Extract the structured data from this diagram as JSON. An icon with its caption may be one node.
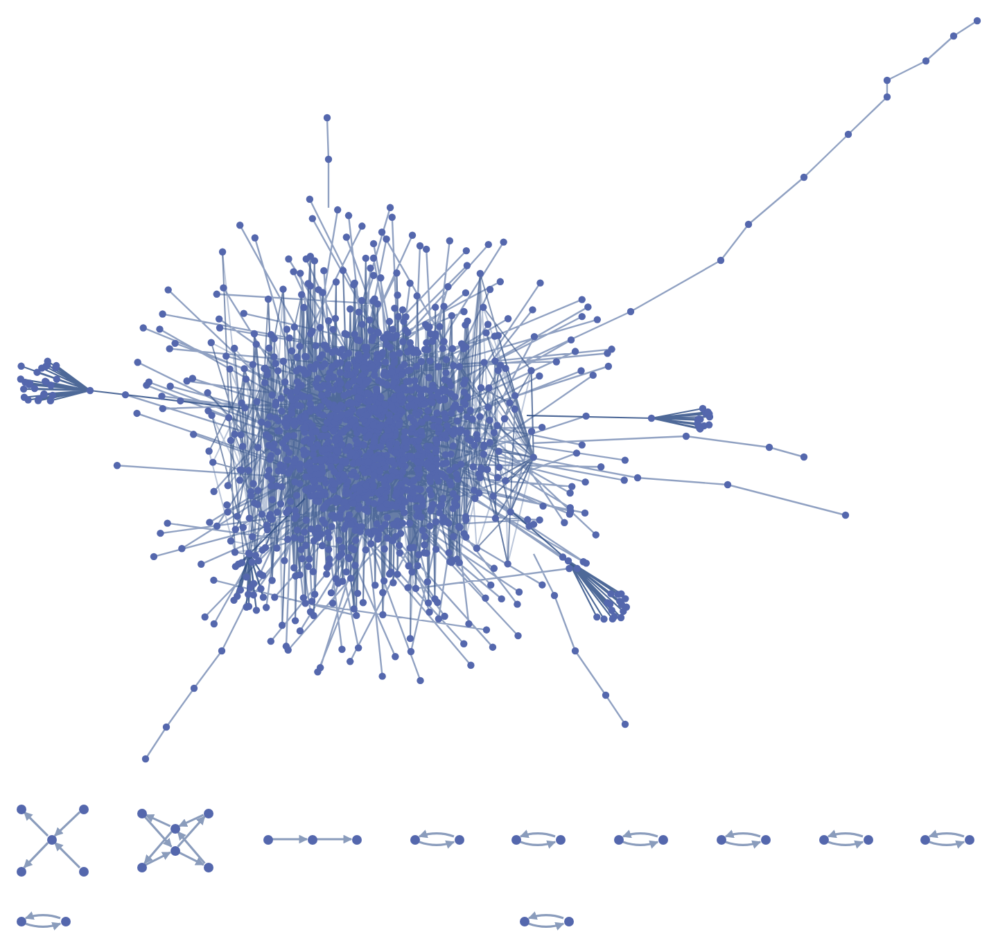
{
  "diagram": {
    "nodes": [
      {
        "text": [],
        "shape": "circle"
      },
      {
        "text": [],
        "shape": "circle"
      },
      {
        "text": [],
        "shape": "circle"
      },
      {
        "text": [],
        "shape": "circle"
      },
      {
        "text": [],
        "shape": "circle"
      },
      {
        "text": [],
        "shape": "circle"
      },
      {
        "text": [],
        "shape": "circle"
      },
      {
        "text": [],
        "shape": "circle"
      },
      {
        "text": [],
        "shape": "circle"
      },
      {
        "text": [],
        "shape": "circle"
      },
      {
        "text": [],
        "shape": "circle"
      },
      {
        "text": [],
        "shape": "circle"
      },
      {
        "text": [],
        "shape": "circle"
      },
      {
        "text": [],
        "shape": "circle"
      },
      {
        "text": [],
        "shape": "circle"
      },
      {
        "text": [],
        "shape": "circle"
      },
      {
        "text": [],
        "shape": "circle"
      },
      {
        "text": [],
        "shape": "circle"
      },
      {
        "text": [],
        "shape": "circle"
      },
      {
        "text": [],
        "shape": "circle"
      },
      {
        "text": [],
        "shape": "circle"
      },
      {
        "text": [],
        "shape": "circle"
      },
      {
        "text": [],
        "shape": "circle"
      },
      {
        "text": [],
        "shape": "circle"
      },
      {
        "text": [],
        "shape": "circle"
      },
      {
        "text": [],
        "shape": "circle"
      },
      {
        "text": [],
        "shape": "circle"
      },
      {
        "text": [],
        "shape": "circle"
      },
      {
        "text": [],
        "shape": "circle"
      },
      {
        "text": [],
        "shape": "circle"
      }
    ],
    "edges": [
      {
        "from": 2,
        "to": 0,
        "arrow": "to"
      },
      {
        "from": 1,
        "to": 2,
        "arrow": "to"
      },
      {
        "from": 2,
        "to": 3,
        "arrow": "to"
      },
      {
        "from": 4,
        "to": 2,
        "arrow": "to"
      },
      {
        "from": 7,
        "to": 5,
        "arrow": "to"
      },
      {
        "from": 6,
        "to": 7,
        "arrow": "to"
      },
      {
        "from": 7,
        "to": 9,
        "arrow": "to"
      },
      {
        "from": 10,
        "to": 7,
        "arrow": "to"
      },
      {
        "from": 5,
        "to": 8,
        "arrow": "to"
      },
      {
        "from": 8,
        "to": 6,
        "arrow": "to"
      },
      {
        "from": 9,
        "to": 8,
        "arrow": "to"
      },
      {
        "from": 8,
        "to": 10,
        "arrow": "to"
      },
      {
        "from": 11,
        "to": 12,
        "arrow": "to"
      },
      {
        "from": 12,
        "to": 13,
        "arrow": "to"
      },
      {
        "from": 14,
        "to": 15,
        "arrow": "to"
      },
      {
        "from": 15,
        "to": 14,
        "arrow": "to"
      },
      {
        "from": 16,
        "to": 17,
        "arrow": "to"
      },
      {
        "from": 17,
        "to": 16,
        "arrow": "to"
      },
      {
        "from": 18,
        "to": 19,
        "arrow": "to"
      },
      {
        "from": 19,
        "to": 18,
        "arrow": "to"
      },
      {
        "from": 20,
        "to": 21,
        "arrow": "to"
      },
      {
        "from": 21,
        "to": 20,
        "arrow": "to"
      },
      {
        "from": 22,
        "to": 23,
        "arrow": "to"
      },
      {
        "from": 23,
        "to": 22,
        "arrow": "to"
      },
      {
        "from": 24,
        "to": 25,
        "arrow": "to"
      },
      {
        "from": 25,
        "to": 24,
        "arrow": "to"
      },
      {
        "from": 26,
        "to": 27,
        "arrow": "to"
      },
      {
        "from": 27,
        "to": 26,
        "arrow": "to"
      },
      {
        "from": 28,
        "to": 29,
        "arrow": "to"
      },
      {
        "from": 29,
        "to": 28,
        "arrow": "to"
      }
    ]
  }
}
